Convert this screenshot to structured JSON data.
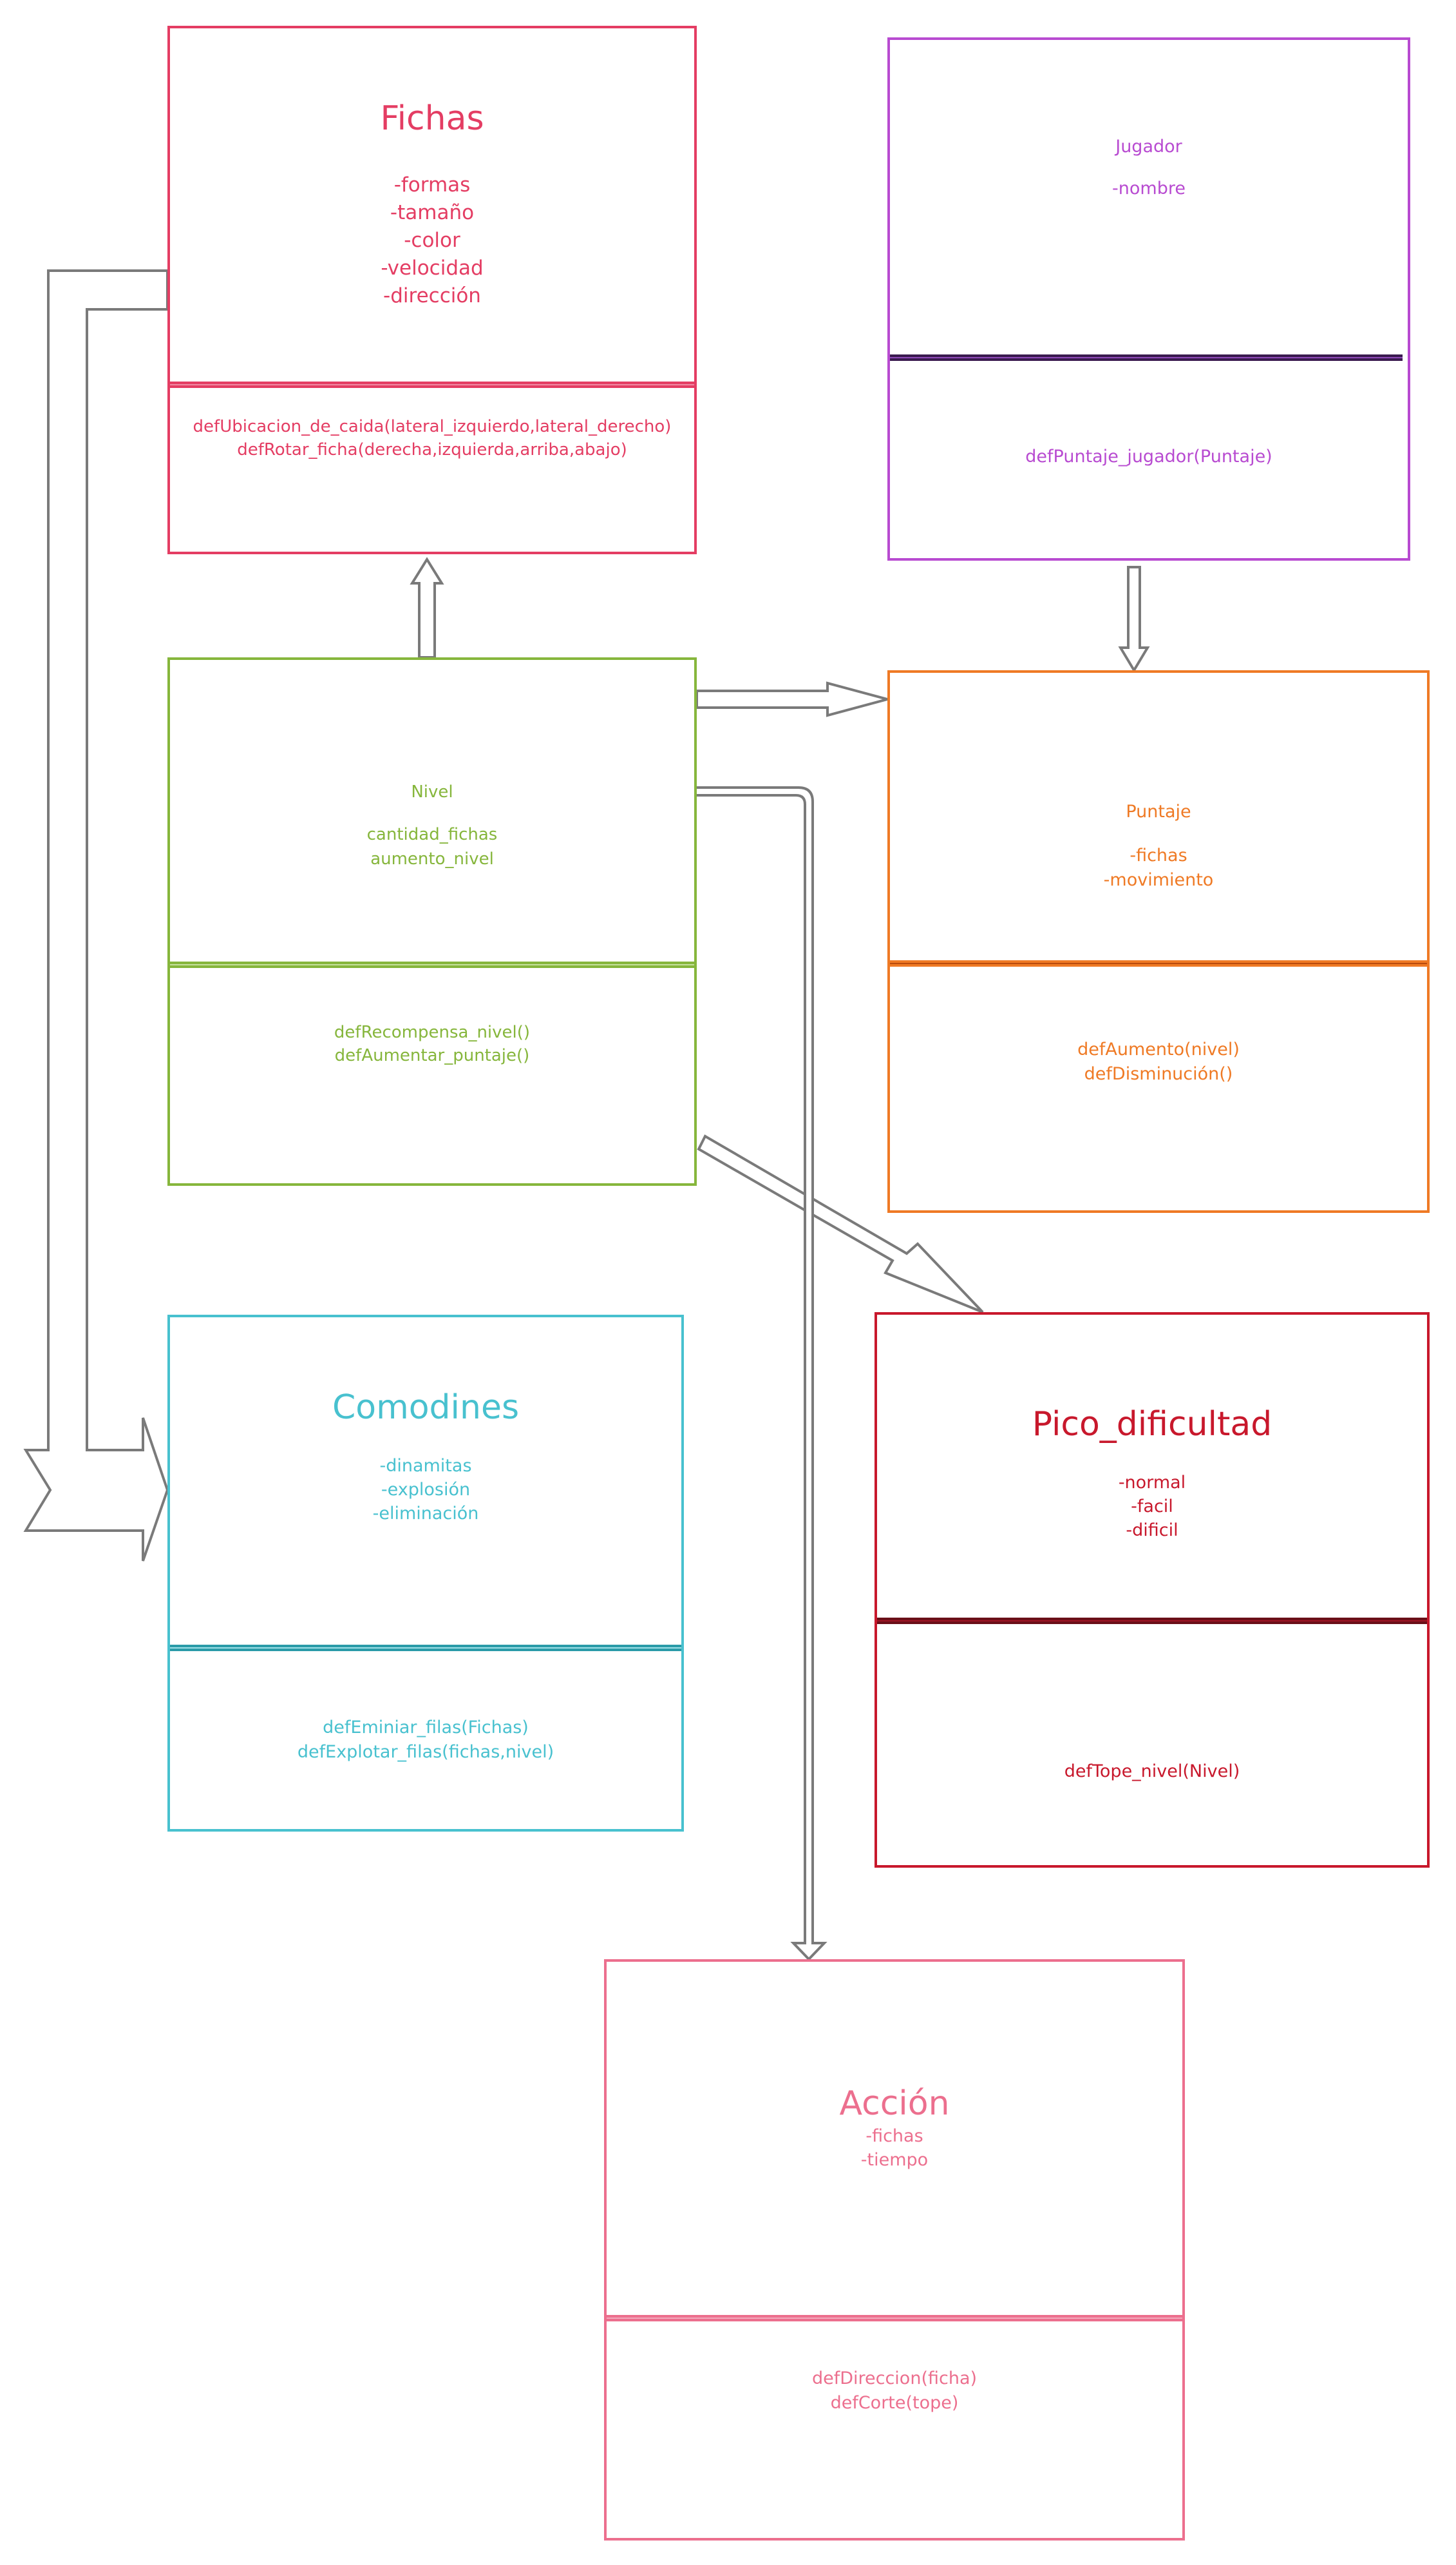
{
  "classes": {
    "fichas": {
      "color": "#e43d63",
      "title": "Fichas",
      "attributes": [
        "-formas",
        "-tamaño",
        "-color",
        "-velocidad",
        "-dirección"
      ],
      "methods": [
        "defUbicacion_de_caida(lateral_izquierdo,lateral_derecho)",
        "defRotar_ficha(derecha,izquierda,arriba,abajo)"
      ]
    },
    "jugador": {
      "color": "#b84bd1",
      "separator_fill": "#6a2f8a",
      "title": "Jugador",
      "attributes": [
        "-nombre"
      ],
      "methods": [
        "defPuntaje_jugador(Puntaje)"
      ]
    },
    "nivel": {
      "color": "#86b63c",
      "title": "Nivel",
      "attributes": [
        "cantidad_fichas",
        "aumento_nivel"
      ],
      "methods": [
        "defRecompensa_nivel()",
        "defAumentar_puntaje()"
      ]
    },
    "puntaje": {
      "color": "#ef7a25",
      "title": "Puntaje",
      "attributes": [
        "-fichas",
        "-movimiento"
      ],
      "methods": [
        "defAumento(nivel)",
        "defDisminución()"
      ]
    },
    "comodines": {
      "color": "#48c1cf",
      "title": "Comodines",
      "attributes": [
        "-dinamitas",
        "-explosión",
        "-eliminación"
      ],
      "methods": [
        "defEminiar_filas(Fichas)",
        "defExplotar_filas(fichas,nivel)"
      ]
    },
    "pico_dificultad": {
      "color": "#c8182c",
      "title": "Pico_dificultad",
      "attributes": [
        "-normal",
        "-facil",
        "-dificil"
      ],
      "methods": [
        "defTope_nivel(Nivel)"
      ]
    },
    "accion": {
      "color": "#ec6f8e",
      "title": "Acción",
      "attributes": [
        "-fichas",
        "-tiempo"
      ],
      "methods": [
        "defDireccion(ficha)",
        "defCorte(tope)"
      ]
    }
  },
  "arrow_color": "#7a7a7a"
}
